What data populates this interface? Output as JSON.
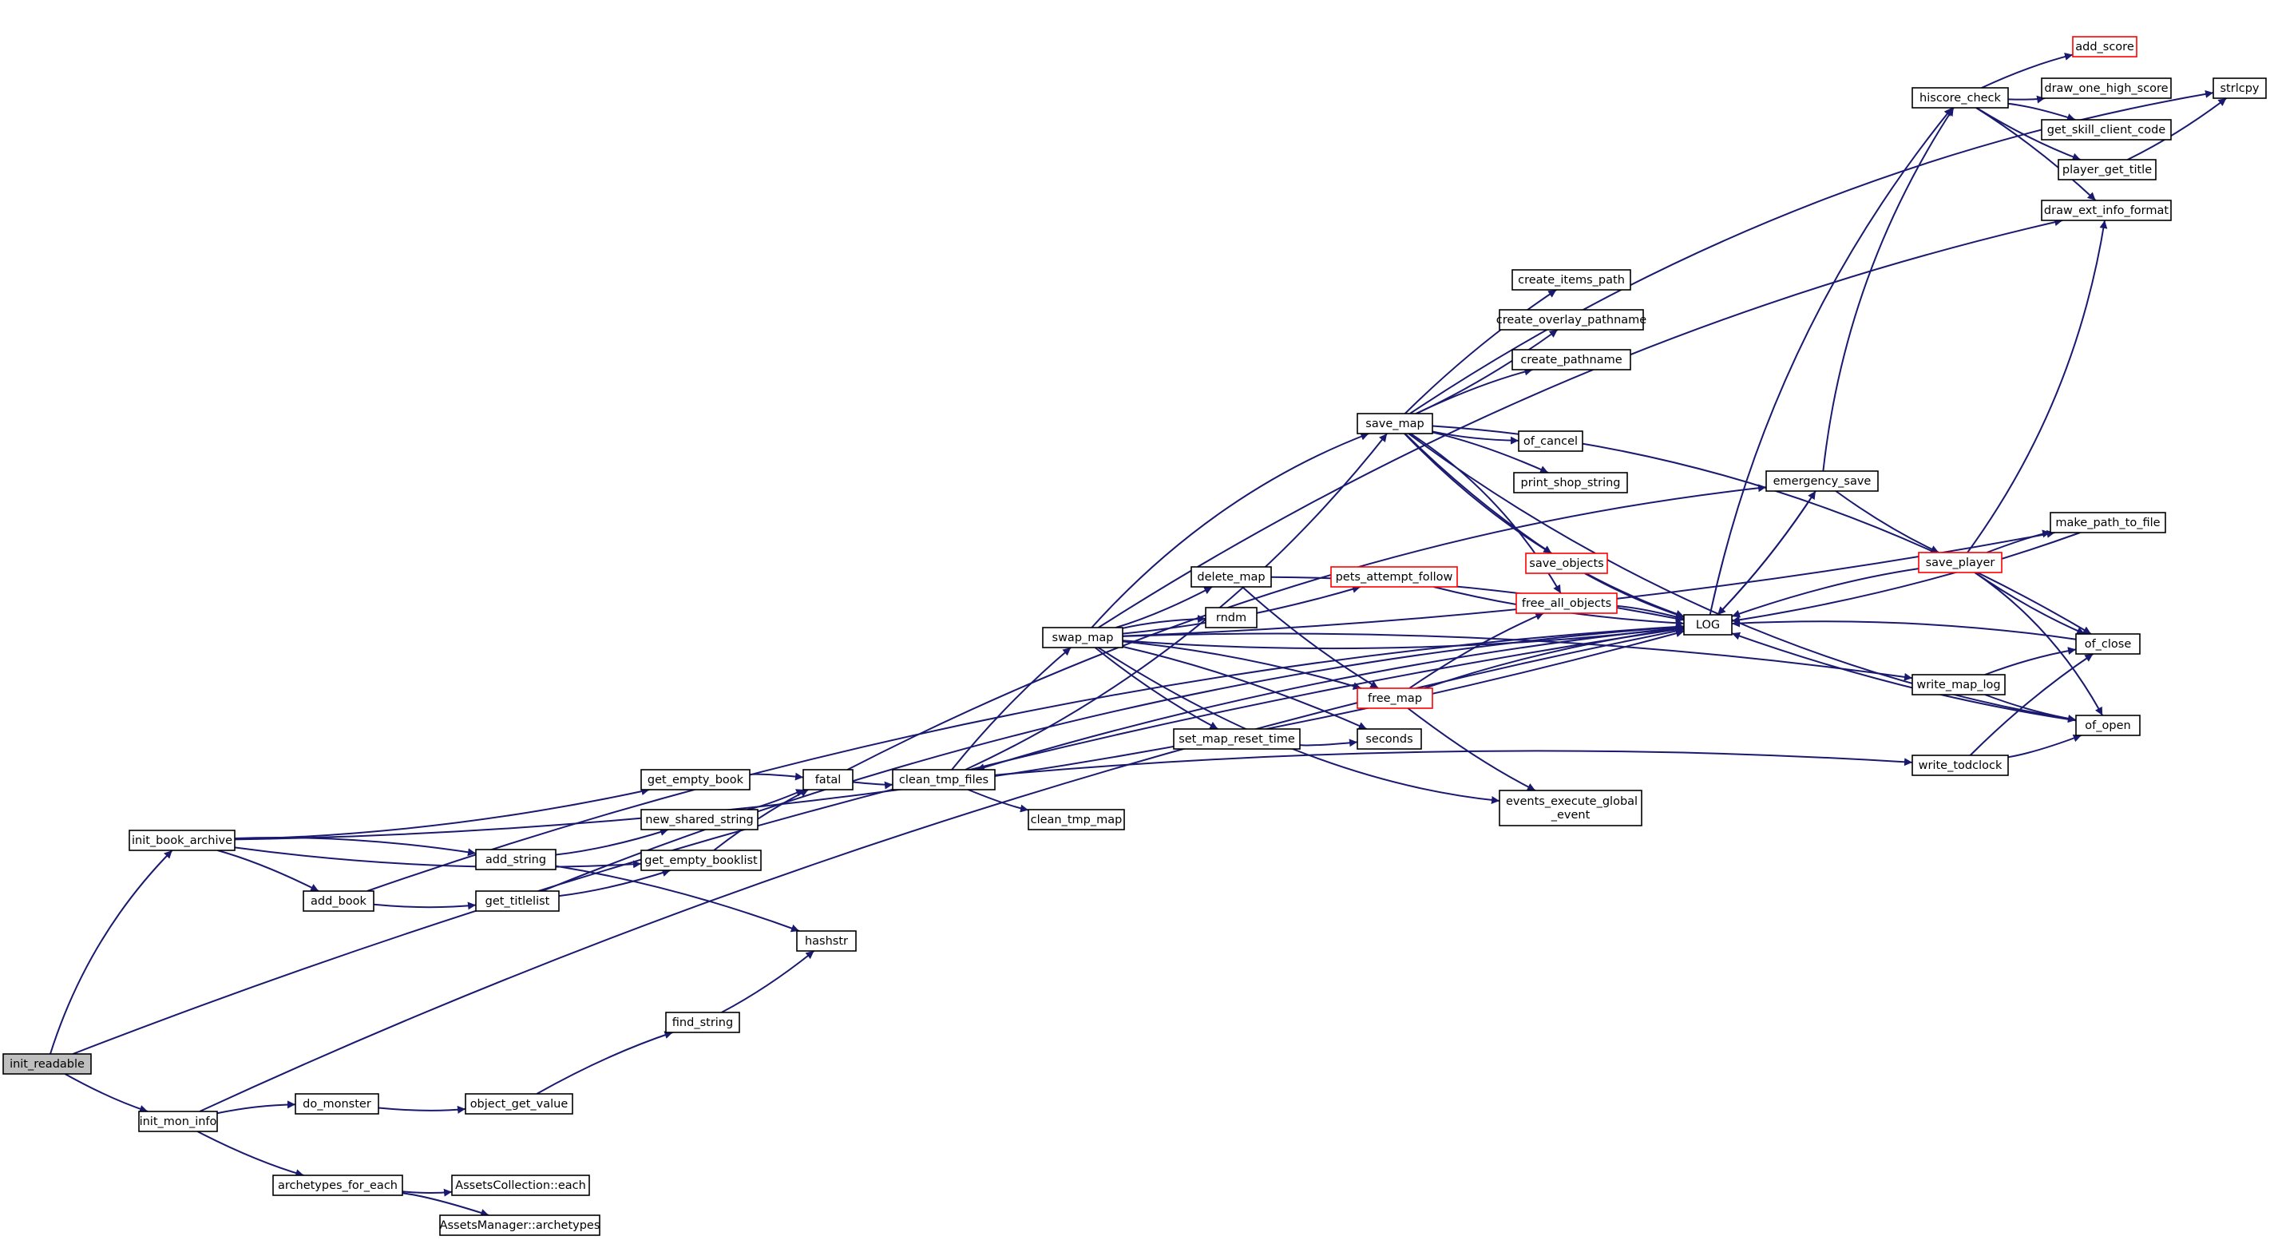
{
  "colors": {
    "edge": "#191970",
    "node_border": "#000000",
    "node_border_truncated": "#ff0000",
    "root_fill": "#bfbfbf",
    "background": "#ffffff"
  },
  "nodes": [
    {
      "id": "init_readable",
      "lines": [
        "init_readable"
      ],
      "root": true
    },
    {
      "id": "init_book_archive",
      "lines": [
        "init_book_archive"
      ]
    },
    {
      "id": "init_mon_info",
      "lines": [
        "init_mon_info"
      ]
    },
    {
      "id": "get_empty_book",
      "lines": [
        "get_empty_book"
      ]
    },
    {
      "id": "new_shared_string",
      "lines": [
        "new_shared_string"
      ]
    },
    {
      "id": "add_string",
      "lines": [
        "add_string"
      ]
    },
    {
      "id": "get_empty_booklist",
      "lines": [
        "get_empty_booklist"
      ]
    },
    {
      "id": "add_book",
      "lines": [
        "add_book"
      ]
    },
    {
      "id": "get_titlelist",
      "lines": [
        "get_titlelist"
      ]
    },
    {
      "id": "hashstr",
      "lines": [
        "hashstr"
      ]
    },
    {
      "id": "find_string",
      "lines": [
        "find_string"
      ]
    },
    {
      "id": "do_monster",
      "lines": [
        "do_monster"
      ]
    },
    {
      "id": "object_get_value",
      "lines": [
        "object_get_value"
      ]
    },
    {
      "id": "archetypes_for_each",
      "lines": [
        "archetypes_for_each"
      ]
    },
    {
      "id": "assets_collection_each",
      "lines": [
        "AssetsCollection::each"
      ]
    },
    {
      "id": "assets_manager_archetypes",
      "lines": [
        "AssetsManager::archetypes"
      ]
    },
    {
      "id": "fatal",
      "lines": [
        "fatal"
      ]
    },
    {
      "id": "clean_tmp_files",
      "lines": [
        "clean_tmp_files"
      ]
    },
    {
      "id": "clean_tmp_map",
      "lines": [
        "clean_tmp_map"
      ]
    },
    {
      "id": "swap_map",
      "lines": [
        "swap_map"
      ]
    },
    {
      "id": "delete_map",
      "lines": [
        "delete_map"
      ]
    },
    {
      "id": "rndm",
      "lines": [
        "rndm"
      ]
    },
    {
      "id": "pets_attempt_follow",
      "lines": [
        "pets_attempt_follow"
      ],
      "truncated": true
    },
    {
      "id": "free_map",
      "lines": [
        "free_map"
      ],
      "truncated": true
    },
    {
      "id": "set_map_reset_time",
      "lines": [
        "set_map_reset_time"
      ]
    },
    {
      "id": "seconds",
      "lines": [
        "seconds"
      ]
    },
    {
      "id": "events_execute_global_event",
      "lines": [
        "events_execute_global",
        "_event"
      ]
    },
    {
      "id": "save_map",
      "lines": [
        "save_map"
      ]
    },
    {
      "id": "create_items_path",
      "lines": [
        "create_items_path"
      ]
    },
    {
      "id": "create_overlay_pathname",
      "lines": [
        "create_overlay_pathname"
      ]
    },
    {
      "id": "create_pathname",
      "lines": [
        "create_pathname"
      ]
    },
    {
      "id": "of_cancel",
      "lines": [
        "of_cancel"
      ]
    },
    {
      "id": "print_shop_string",
      "lines": [
        "print_shop_string"
      ]
    },
    {
      "id": "save_objects",
      "lines": [
        "save_objects"
      ],
      "truncated": true
    },
    {
      "id": "free_all_objects",
      "lines": [
        "free_all_objects"
      ],
      "truncated": true
    },
    {
      "id": "LOG",
      "lines": [
        "LOG"
      ]
    },
    {
      "id": "emergency_save",
      "lines": [
        "emergency_save"
      ]
    },
    {
      "id": "save_player",
      "lines": [
        "save_player"
      ],
      "truncated": true
    },
    {
      "id": "hiscore_check",
      "lines": [
        "hiscore_check"
      ]
    },
    {
      "id": "add_score",
      "lines": [
        "add_score"
      ],
      "truncated": true
    },
    {
      "id": "draw_one_high_score",
      "lines": [
        "draw_one_high_score"
      ]
    },
    {
      "id": "get_skill_client_code",
      "lines": [
        "get_skill_client_code"
      ]
    },
    {
      "id": "player_get_title",
      "lines": [
        "player_get_title"
      ]
    },
    {
      "id": "draw_ext_info_format",
      "lines": [
        "draw_ext_info_format"
      ]
    },
    {
      "id": "strlcpy",
      "lines": [
        "strlcpy"
      ]
    },
    {
      "id": "make_path_to_file",
      "lines": [
        "make_path_to_file"
      ]
    },
    {
      "id": "of_close",
      "lines": [
        "of_close"
      ]
    },
    {
      "id": "of_open",
      "lines": [
        "of_open"
      ]
    },
    {
      "id": "write_map_log",
      "lines": [
        "write_map_log"
      ]
    },
    {
      "id": "write_todclock",
      "lines": [
        "write_todclock"
      ]
    }
  ],
  "edges": [
    [
      "init_readable",
      "init_book_archive"
    ],
    [
      "init_readable",
      "init_mon_info"
    ],
    [
      "init_readable",
      "LOG"
    ],
    [
      "init_book_archive",
      "get_empty_book"
    ],
    [
      "init_book_archive",
      "add_string"
    ],
    [
      "init_book_archive",
      "get_empty_booklist"
    ],
    [
      "init_book_archive",
      "add_book"
    ],
    [
      "init_book_archive",
      "LOG"
    ],
    [
      "get_empty_book",
      "fatal"
    ],
    [
      "new_shared_string",
      "fatal"
    ],
    [
      "get_empty_booklist",
      "fatal"
    ],
    [
      "add_string",
      "new_shared_string"
    ],
    [
      "add_string",
      "hashstr"
    ],
    [
      "add_book",
      "get_titlelist"
    ],
    [
      "add_book",
      "LOG"
    ],
    [
      "get_titlelist",
      "get_empty_booklist"
    ],
    [
      "get_titlelist",
      "LOG"
    ],
    [
      "find_string",
      "hashstr"
    ],
    [
      "init_mon_info",
      "do_monster"
    ],
    [
      "init_mon_info",
      "archetypes_for_each"
    ],
    [
      "init_mon_info",
      "LOG"
    ],
    [
      "do_monster",
      "object_get_value"
    ],
    [
      "object_get_value",
      "find_string"
    ],
    [
      "archetypes_for_each",
      "assets_collection_each"
    ],
    [
      "archetypes_for_each",
      "assets_manager_archetypes"
    ],
    [
      "fatal",
      "clean_tmp_files"
    ],
    [
      "fatal",
      "emergency_save"
    ],
    [
      "clean_tmp_files",
      "clean_tmp_map"
    ],
    [
      "clean_tmp_files",
      "swap_map"
    ],
    [
      "clean_tmp_files",
      "save_map"
    ],
    [
      "clean_tmp_files",
      "write_todclock"
    ],
    [
      "swap_map",
      "delete_map"
    ],
    [
      "swap_map",
      "rndm"
    ],
    [
      "swap_map",
      "pets_attempt_follow"
    ],
    [
      "swap_map",
      "free_map"
    ],
    [
      "swap_map",
      "set_map_reset_time"
    ],
    [
      "swap_map",
      "seconds"
    ],
    [
      "swap_map",
      "events_execute_global_event"
    ],
    [
      "swap_map",
      "save_map"
    ],
    [
      "swap_map",
      "LOG"
    ],
    [
      "swap_map",
      "draw_ext_info_format"
    ],
    [
      "swap_map",
      "make_path_to_file"
    ],
    [
      "swap_map",
      "write_map_log"
    ],
    [
      "delete_map",
      "free_map"
    ],
    [
      "delete_map",
      "LOG"
    ],
    [
      "pets_attempt_follow",
      "LOG"
    ],
    [
      "free_map",
      "free_all_objects"
    ],
    [
      "free_map",
      "events_execute_global_event"
    ],
    [
      "free_map",
      "LOG"
    ],
    [
      "set_map_reset_time",
      "seconds"
    ],
    [
      "save_map",
      "create_items_path"
    ],
    [
      "save_map",
      "create_overlay_pathname"
    ],
    [
      "save_map",
      "create_pathname"
    ],
    [
      "save_map",
      "of_cancel"
    ],
    [
      "save_map",
      "print_shop_string"
    ],
    [
      "save_map",
      "save_objects"
    ],
    [
      "save_map",
      "free_all_objects"
    ],
    [
      "save_map",
      "LOG"
    ],
    [
      "save_map",
      "of_close"
    ],
    [
      "save_map",
      "of_open"
    ],
    [
      "save_map",
      "strlcpy"
    ],
    [
      "save_objects",
      "LOG"
    ],
    [
      "free_all_objects",
      "LOG"
    ],
    [
      "LOG",
      "emergency_save"
    ],
    [
      "LOG",
      "hiscore_check"
    ],
    [
      "LOG",
      "clean_tmp_files"
    ],
    [
      "emergency_save",
      "LOG"
    ],
    [
      "emergency_save",
      "save_player"
    ],
    [
      "emergency_save",
      "hiscore_check"
    ],
    [
      "save_player",
      "LOG"
    ],
    [
      "save_player",
      "make_path_to_file"
    ],
    [
      "save_player",
      "of_close"
    ],
    [
      "save_player",
      "of_open"
    ],
    [
      "save_player",
      "draw_ext_info_format"
    ],
    [
      "hiscore_check",
      "add_score"
    ],
    [
      "hiscore_check",
      "draw_one_high_score"
    ],
    [
      "hiscore_check",
      "get_skill_client_code"
    ],
    [
      "hiscore_check",
      "player_get_title"
    ],
    [
      "hiscore_check",
      "draw_ext_info_format"
    ],
    [
      "player_get_title",
      "strlcpy"
    ],
    [
      "make_path_to_file",
      "LOG"
    ],
    [
      "of_close",
      "LOG"
    ],
    [
      "of_open",
      "LOG"
    ],
    [
      "write_map_log",
      "of_open"
    ],
    [
      "write_map_log",
      "of_close"
    ],
    [
      "write_todclock",
      "of_open"
    ],
    [
      "write_todclock",
      "of_close"
    ]
  ]
}
